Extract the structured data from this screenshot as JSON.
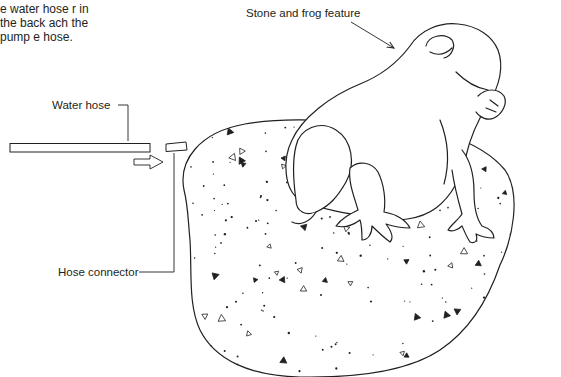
{
  "diagram": {
    "labels": [
      "e water hose r in the back ach the pump e hose.",
      "Stone and frog feature",
      "Water hose",
      "Hose connector"
    ]
  }
}
